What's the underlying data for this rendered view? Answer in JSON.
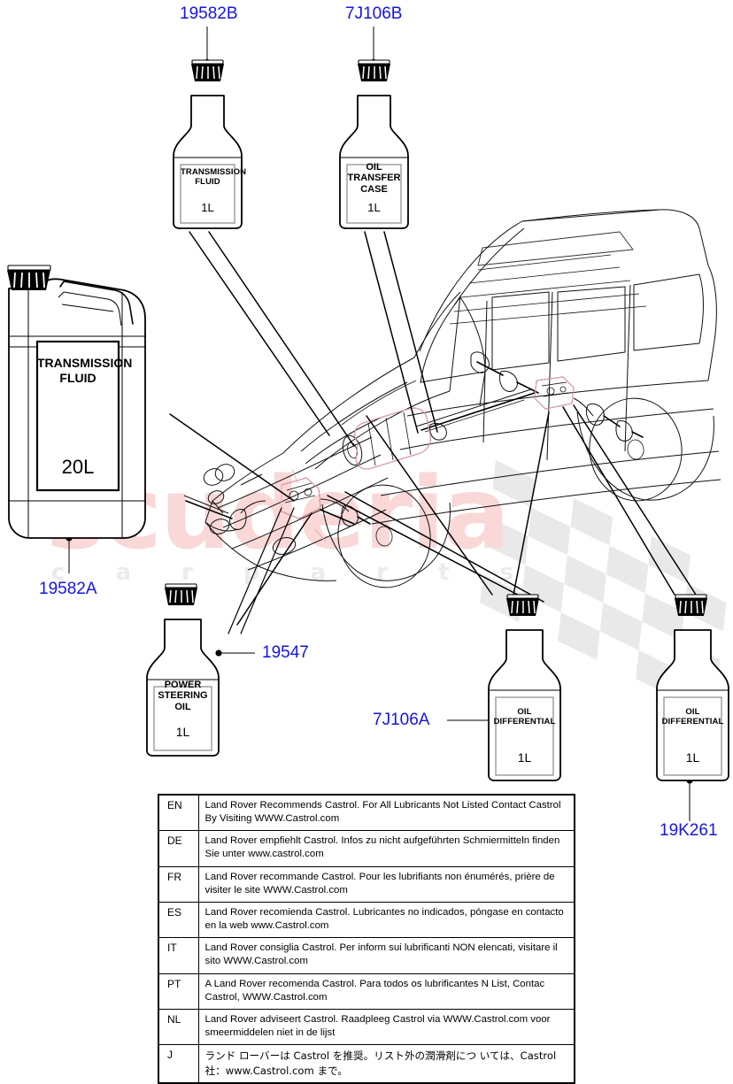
{
  "diagram": {
    "title": "Land Rover Lubricants / Fluids Parts Diagram",
    "accent_blue": "#1515e0",
    "line_color": "#000000",
    "watermark": {
      "word": "scuderia",
      "subtitle": "c a r   p a r t s",
      "word_color": "#fad8d8",
      "subtitle_color": "#ebebeb"
    }
  },
  "callouts": [
    {
      "id": "c1",
      "text": "19582B"
    },
    {
      "id": "c2",
      "text": "7J106B"
    },
    {
      "id": "c3",
      "text": "19582A"
    },
    {
      "id": "c4",
      "text": "19547"
    },
    {
      "id": "c5",
      "text": "7J106A"
    },
    {
      "id": "c6",
      "text": "19K261"
    }
  ],
  "containers": [
    {
      "id": "transmission-fluid-1l",
      "type": "bottle",
      "label_lines": "TRANSMISSION\nFLUID",
      "volume": "1L",
      "callout": "19582B"
    },
    {
      "id": "oil-transfer-case-1l",
      "type": "bottle",
      "label_lines": "OIL\nTRANSFER\nCASE",
      "volume": "1L",
      "callout": "7J106B"
    },
    {
      "id": "transmission-fluid-20l",
      "type": "jerrycan",
      "label_lines": "TRANSMISSION\nFLUID",
      "volume": "20L",
      "callout": "19582A"
    },
    {
      "id": "power-steering-oil-1l",
      "type": "bottle",
      "label_lines": "POWER\nSTEERING\nOIL",
      "volume": "1L",
      "callout": "19547"
    },
    {
      "id": "oil-differential-front-1l",
      "type": "bottle",
      "label_lines": "OIL\nDIFFERENTIAL",
      "volume": "1L",
      "callout": "7J106A"
    },
    {
      "id": "oil-differential-rear-1l",
      "type": "bottle",
      "label_lines": "OIL\nDIFFERENTIAL",
      "volume": "1L",
      "callout": "19K261"
    }
  ],
  "language_table": {
    "rows": [
      {
        "code": "EN",
        "text": "Land Rover Recommends Castrol.  For All Lubricants Not Listed Contact Castrol By Visiting WWW.Castrol.com"
      },
      {
        "code": "DE",
        "text": "Land Rover empfiehlt Castrol.  Infos zu nicht aufgeführten Schmiermitteln finden Sie unter www.castrol.com"
      },
      {
        "code": "FR",
        "text": "Land Rover recommande Castrol. Pour les lubrifiants non énumérés, prière de visiter le site WWW.Castrol.com"
      },
      {
        "code": "ES",
        "text": "Land Rover recomienda Castrol.  Lubricantes no indicados, póngase en contacto en la web www.Castrol.com"
      },
      {
        "code": "IT",
        "text": "Land Rover consiglia Castrol.  Per inform sui lubrificanti NON elencati, visitare il sito WWW.Castrol.com"
      },
      {
        "code": "PT",
        "text": "A Land Rover recomenda Castrol.  Para todos os lubrificantes N List, Contac Castrol, WWW.Castrol.com"
      },
      {
        "code": "NL",
        "text": "Land Rover adviseert Castrol.  Raadpleeg Castrol via WWW.Castrol.com voor smeermiddelen niet in de lijst"
      },
      {
        "code": "J",
        "text": "ランド ローバーは Castrol を推奨。リスト外の潤滑剤につ いては、Castrol 社：www.Castrol.com まで。"
      }
    ]
  }
}
